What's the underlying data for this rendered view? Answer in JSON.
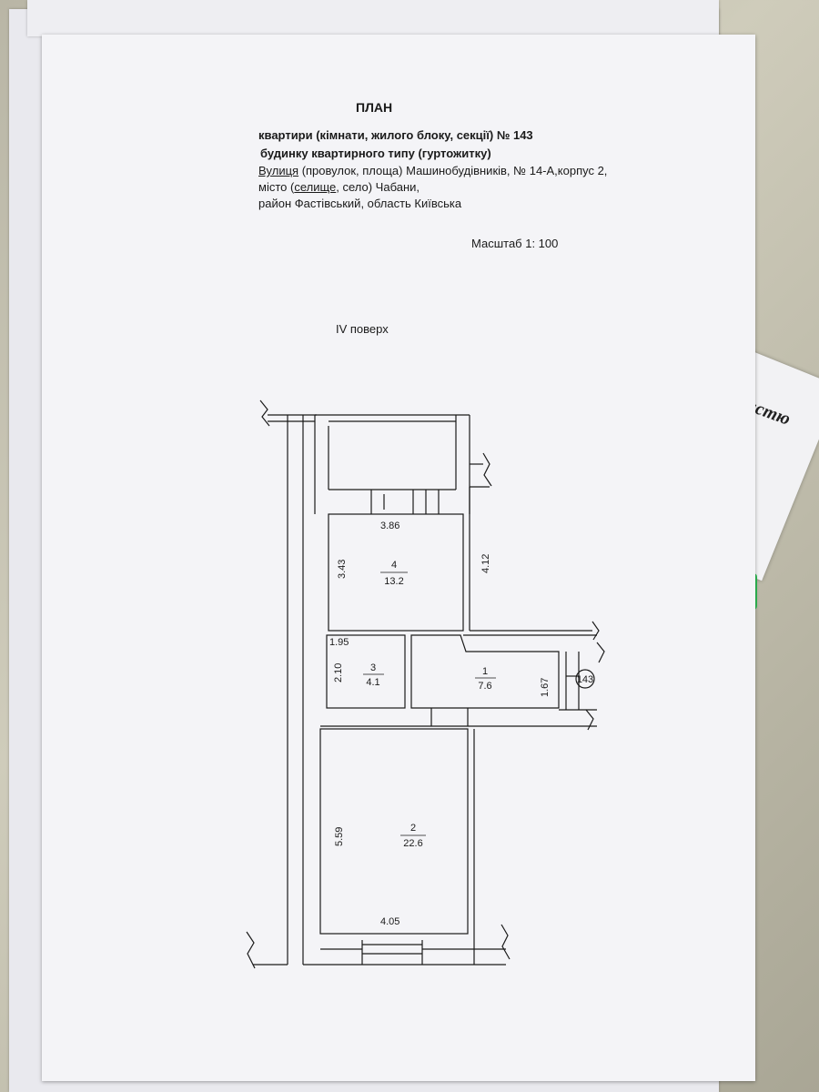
{
  "document": {
    "title": "ПЛАН",
    "line1": "квартири (кімнати, жилого блоку, секції) № 143",
    "line2": "будинку квартирного типу (гуртожитку)",
    "street_word": "Вулиця",
    "street_rest": " (провулок, площа) Машинобудівників, № 14-А,корпус 2,",
    "city_pre": "місто (",
    "city_word": "селище",
    "city_post": ", село) Чабани,",
    "district": "район Фастівський, область Київська",
    "scale": "Масштаб 1: 100",
    "floor": "IV поверх"
  },
  "plan": {
    "apartment_marker": "143",
    "rooms": [
      {
        "number": "4",
        "area": "13.2",
        "width": "3.86",
        "height": "3.43"
      },
      {
        "number": "3",
        "area": "4.1",
        "width": "1.95",
        "height": "2.10"
      },
      {
        "number": "1",
        "area": "7.6",
        "height": "1.67"
      },
      {
        "number": "2",
        "area": "22.6",
        "width": "4.05",
        "height": "5.59"
      }
    ],
    "corridor_length": "4.12"
  },
  "background": {
    "side_paper_text": "нистю"
  },
  "colors": {
    "paper": "#f4f4f7",
    "ink": "#1a1a1a",
    "green_mark": "#2fbf55"
  }
}
